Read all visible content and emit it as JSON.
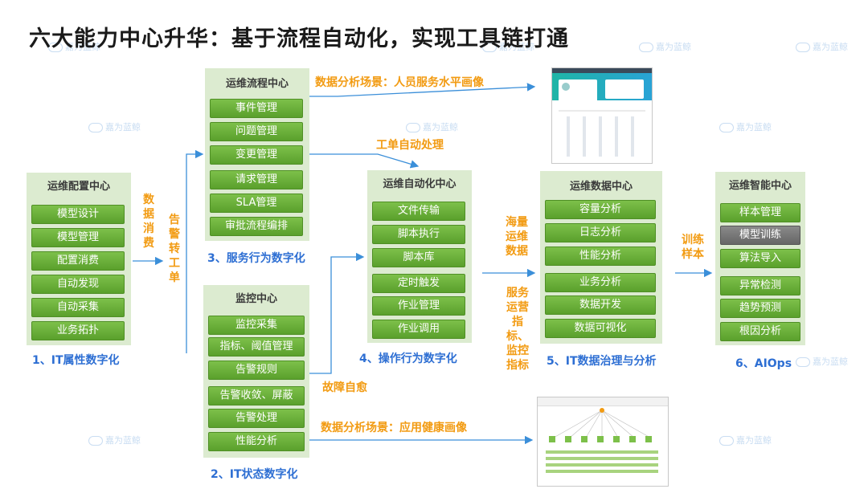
{
  "title": "六大能力中心升华：基于流程自动化，实现工具链打通",
  "watermark": "嘉为蓝鲸",
  "panels": {
    "config": {
      "title": "运维配置中心",
      "items": [
        "模型设计",
        "模型管理",
        "配置消费",
        "自动发现",
        "自动采集",
        "业务拓扑"
      ],
      "caption": "1、IT属性数字化"
    },
    "monitor": {
      "title": "监控中心",
      "items": [
        "监控采集",
        "指标、阈值管理",
        "告警规则",
        "告警收敛、屏蔽",
        "告警处理",
        "性能分析"
      ],
      "caption": "2、IT状态数字化"
    },
    "process": {
      "title": "运维流程中心",
      "items": [
        "事件管理",
        "问题管理",
        "变更管理",
        "请求管理",
        "SLA管理",
        "审批流程编排"
      ],
      "caption": "3、服务行为数字化"
    },
    "automation": {
      "title": "运维自动化中心",
      "items": [
        "文件传输",
        "脚本执行",
        "脚本库",
        "定时触发",
        "作业管理",
        "作业调用"
      ],
      "caption": "4、操作行为数字化"
    },
    "data": {
      "title": "运维数据中心",
      "items": [
        "容量分析",
        "日志分析",
        "性能分析",
        "业务分析",
        "数据开发",
        "数据可视化"
      ],
      "caption": "5、IT数据治理与分析"
    },
    "ai": {
      "title": "运维智能中心",
      "items": [
        "样本管理",
        "模型训练",
        "算法导入",
        "异常检测",
        "趋势预测",
        "根因分析"
      ],
      "caption": "6、AIOps"
    }
  },
  "labels": {
    "data_consume": "数据消费",
    "alert_to_ticket": "告警转工单",
    "ticket_auto": "工单自动处理",
    "fault_heal": "故障自愈",
    "massive_data": "海量运维数据",
    "service_metrics": "服务运营指标、监控指标",
    "train_sample": "训练样本",
    "scene_people": "数据分析场景：人员服务水平画像",
    "scene_app": "数据分析场景：应用健康画像"
  },
  "colors": {
    "accent_green": "#6bb23a",
    "caption_blue": "#2e6fd3",
    "label_orange": "#f29b12",
    "arrow_blue": "#3b8fd9",
    "panel_bg": "#dcebd0"
  }
}
